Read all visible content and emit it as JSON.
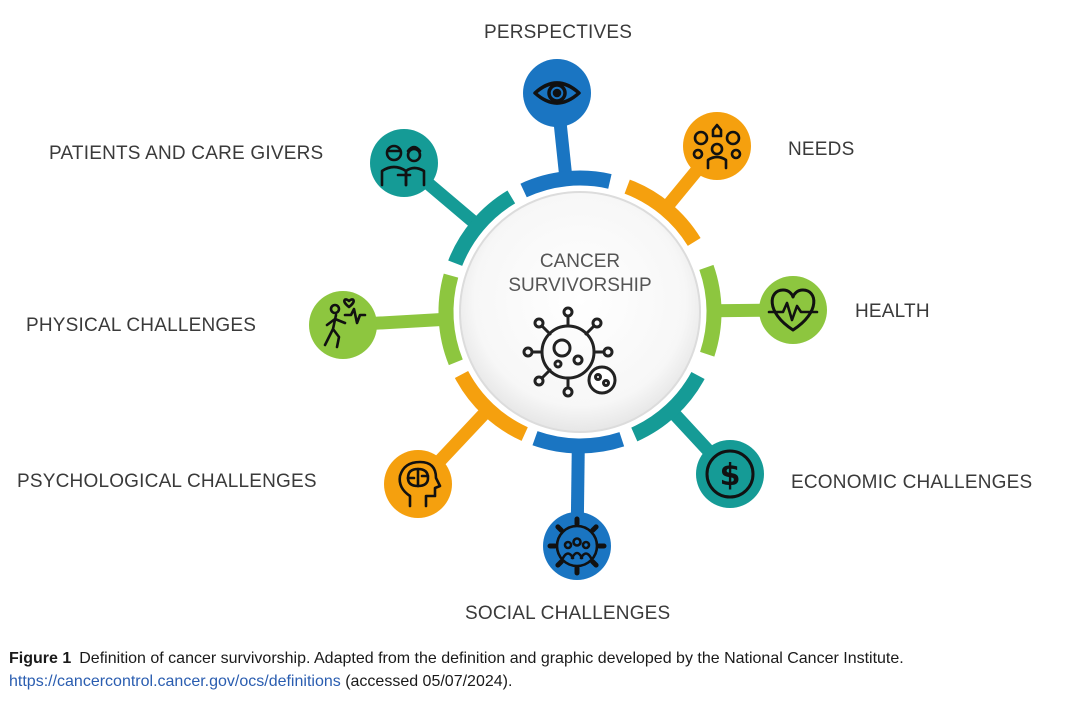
{
  "center": {
    "line1": "CANCER",
    "line2": "SURVIVORSHIP",
    "icon": "virus-cell-icon"
  },
  "nodes": [
    {
      "label": "PERSPECTIVES",
      "icon": "eye-icon",
      "color": "#1a75c2"
    },
    {
      "label": "NEEDS",
      "icon": "person-needs-icon",
      "color": "#f5a00e"
    },
    {
      "label": "HEALTH",
      "icon": "heart-pulse-icon",
      "color": "#8dc63f"
    },
    {
      "label": "ECONOMIC CHALLENGES",
      "icon": "dollar-icon",
      "color": "#159b96"
    },
    {
      "label": "SOCIAL CHALLENGES",
      "icon": "people-gear-icon",
      "color": "#1a75c2"
    },
    {
      "label": "PSYCHOLOGICAL CHALLENGES",
      "icon": "brain-head-icon",
      "color": "#f5a00e"
    },
    {
      "label": "PHYSICAL CHALLENGES",
      "icon": "running-person-icon",
      "color": "#8dc63f"
    },
    {
      "label": "PATIENTS AND CARE GIVERS",
      "icon": "patient-caregiver-icon",
      "color": "#159b96"
    }
  ],
  "caption": {
    "figure_label": "Figure 1",
    "text": "Definition of cancer survivorship. Adapted from the definition and graphic developed by the National Cancer Institute.",
    "link": "https://cancercontrol.cancer.gov/ocs/definitions",
    "suffix": "(accessed 05/07/2024)."
  }
}
